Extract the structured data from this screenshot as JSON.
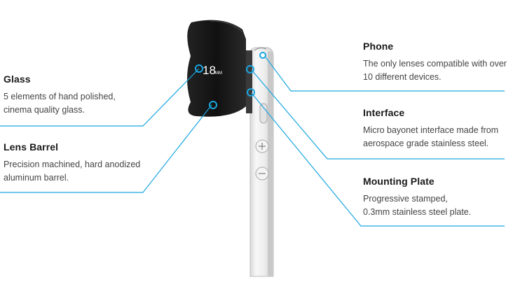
{
  "accent_color": "#1aa6e0",
  "lens": {
    "focal_label": "18",
    "focal_unit": "MM"
  },
  "callouts": {
    "glass": {
      "title": "Glass",
      "desc_line1": "5 elements of hand polished,",
      "desc_line2": "cinema quality glass."
    },
    "lens_barrel": {
      "title": "Lens Barrel",
      "desc_line1": "Precision machined, hard anodized",
      "desc_line2": "aluminum barrel."
    },
    "phone": {
      "title": "Phone",
      "desc_line1": "The only lenses compatible with over",
      "desc_line2": "10 different devices."
    },
    "interface": {
      "title": "Interface",
      "desc_line1": "Micro bayonet interface made from",
      "desc_line2": "aerospace grade stainless steel."
    },
    "mounting_plate": {
      "title": "Mounting Plate",
      "desc_line1": "Progressive stamped,",
      "desc_line2": "0.3mm stainless steel plate."
    }
  }
}
